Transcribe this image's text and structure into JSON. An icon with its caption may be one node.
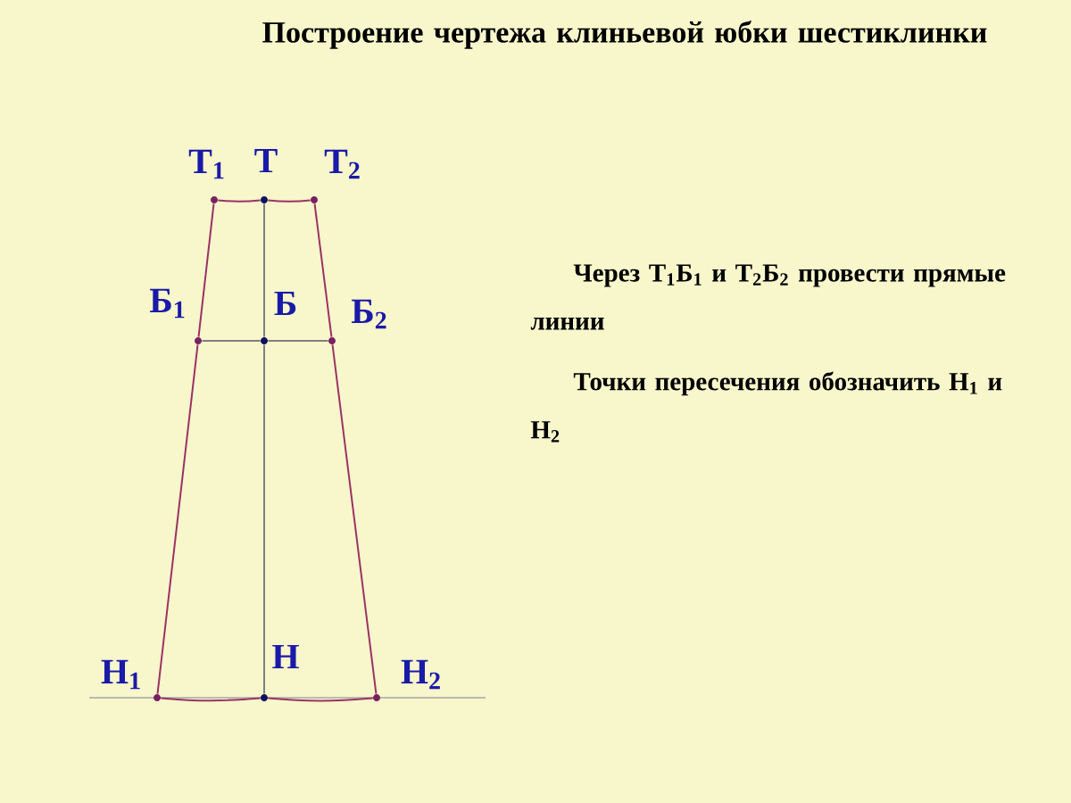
{
  "diagram": {
    "title": "Построение чертежа клиньевой юбки шестиклинки",
    "nodes": [
      {
        "text": [],
        "shape": "circle",
        "beside": [
          "Т$_{1}$"
        ]
      },
      {
        "text": [],
        "shape": "circle",
        "beside": [
          "Т"
        ]
      },
      {
        "text": [],
        "shape": "circle",
        "beside": [
          "Т$_{2}$"
        ]
      },
      {
        "text": [],
        "shape": "circle",
        "beside": [
          "Б$_{1}$"
        ]
      },
      {
        "text": [],
        "shape": "circle",
        "beside": [
          "Б"
        ]
      },
      {
        "text": [],
        "shape": "circle",
        "beside": [
          "Б$_{2}$"
        ]
      },
      {
        "text": [],
        "shape": "circle",
        "beside": [
          "Н$_{1}$"
        ]
      },
      {
        "text": [],
        "shape": "circle",
        "beside": [
          "Н"
        ]
      },
      {
        "text": [],
        "shape": "circle",
        "beside": [
          "Н$_{2}$"
        ]
      }
    ],
    "edges": [
      {
        "from": 0,
        "to": 1,
        "arrow": "none"
      },
      {
        "from": 1,
        "to": 2,
        "arrow": "none"
      },
      {
        "from": 3,
        "to": 4,
        "arrow": "none",
        "color": "#808080"
      },
      {
        "from": 4,
        "to": 5,
        "arrow": "none",
        "color": "#808080"
      },
      {
        "from": 1,
        "to": 4,
        "arrow": "none",
        "color": "#808080"
      },
      {
        "from": 4,
        "to": 7,
        "arrow": "none",
        "color": "#808080"
      },
      {
        "from": 0,
        "to": 3,
        "arrow": "none"
      },
      {
        "from": 3,
        "to": 6,
        "arrow": "none"
      },
      {
        "from": 2,
        "to": 5,
        "arrow": "none"
      },
      {
        "from": 5,
        "to": 8,
        "arrow": "none"
      },
      {
        "from": 6,
        "to": 7,
        "arrow": "none"
      },
      {
        "from": 7,
        "to": 8,
        "arrow": "none"
      }
    ],
    "labels": [
      "Через Т$_{1}$Б$_{1}$ и Т$_{2}$Б$_{2}$ провести прямые линии",
      "Точки пересечения обозначить Н$_{1}$ и Н$_{2}$"
    ]
  }
}
